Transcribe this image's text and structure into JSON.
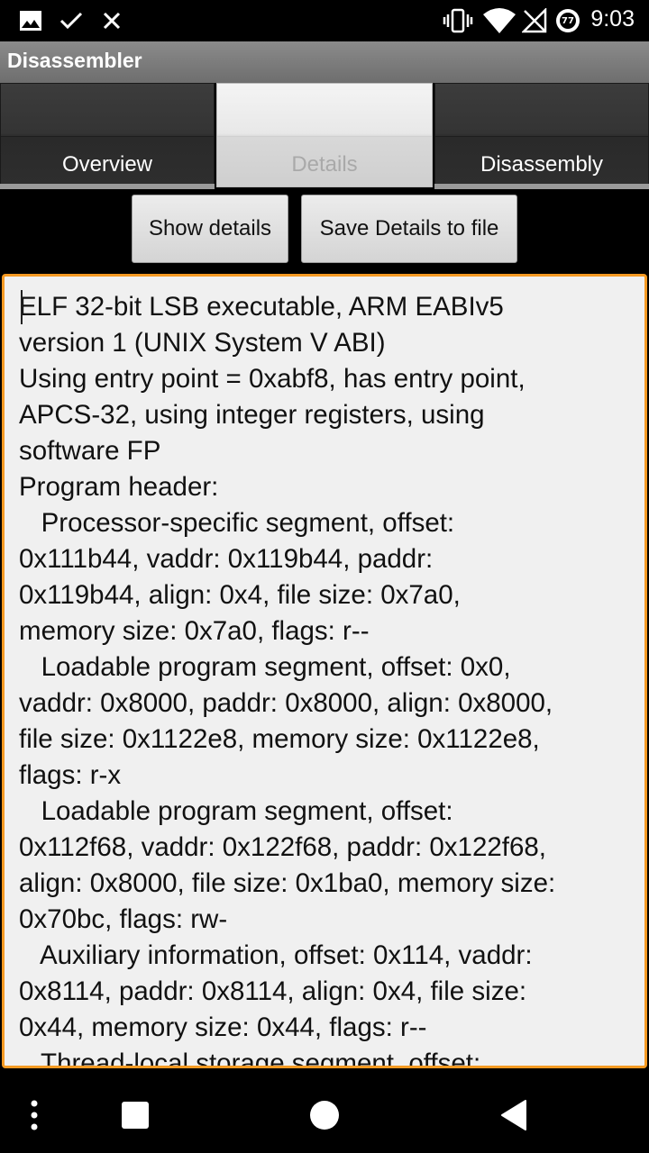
{
  "status_bar": {
    "time": "9:03",
    "notification_badge": "77",
    "left_icons": [
      "image-icon",
      "check-icon",
      "close-icon"
    ],
    "right_icons": [
      "vibrate-icon",
      "wifi-icon",
      "no-signal-icon",
      "badge-icon"
    ]
  },
  "app": {
    "title": "Disassembler"
  },
  "tabs": [
    {
      "label": "Overview",
      "active": false
    },
    {
      "label": "Details",
      "active": true
    },
    {
      "label": "Disassembly",
      "active": false
    }
  ],
  "buttons": {
    "show_details": "Show details",
    "save_details": "Save Details to file"
  },
  "details_text": {
    "lines": [
      "ELF 32-bit LSB executable, ARM EABIv5",
      "version 1 (UNIX System V ABI)",
      "Using entry point = 0xabf8, has entry point,",
      "APCS-32, using integer registers, using",
      "software FP",
      "Program header:",
      "   Processor-specific segment, offset:",
      "0x111b44, vaddr: 0x119b44, paddr:",
      "0x119b44, align: 0x4, file size: 0x7a0,",
      "memory size: 0x7a0, flags: r--",
      "   Loadable program segment, offset: 0x0,",
      "vaddr: 0x8000, paddr: 0x8000, align: 0x8000,",
      "file size: 0x1122e8, memory size: 0x1122e8,",
      "flags: r-x",
      "   Loadable program segment, offset:",
      "0x112f68, vaddr: 0x122f68, paddr: 0x122f68,",
      "align: 0x8000, file size: 0x1ba0, memory size:",
      "0x70bc, flags: rw-",
      "   Auxiliary information, offset: 0x114, vaddr:",
      "0x8114, paddr: 0x8114, align: 0x4, file size:",
      "0x44, memory size: 0x44, flags: r--",
      "   Thread-local storage segment, offset:"
    ]
  },
  "nav_bar": {
    "icons": [
      "menu-dots-icon",
      "recents-icon",
      "home-icon",
      "back-icon"
    ]
  },
  "colors": {
    "accent_border": "#f59a23",
    "title_bar": "#7d7d7d",
    "active_tab": "#e6e6e6"
  }
}
